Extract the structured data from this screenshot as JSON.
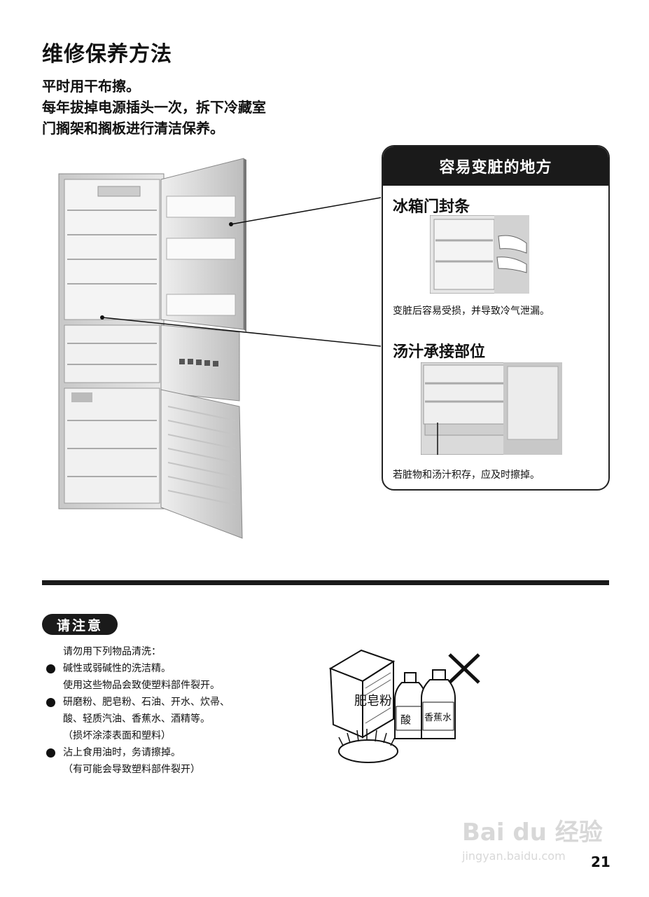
{
  "page": {
    "title": "维修保养方法",
    "intro": [
      "平时用干布擦。",
      "每年拔掉电源插头一次，拆下冷藏室",
      "门搁架和搁板进行清洁保养。"
    ],
    "page_number": "21"
  },
  "panel": {
    "header": "容易变脏的地方",
    "sections": [
      {
        "title": "冰箱门封条",
        "caption": "变脏后容易受损，并导致冷气泄漏。"
      },
      {
        "title": "汤汁承接部位",
        "caption": "若脏物和汤汁积存，应及时擦掉。"
      }
    ]
  },
  "notice": {
    "label": "请注意",
    "lead": "请勿用下列物品清洗：",
    "items": [
      {
        "text": "碱性或弱碱性的洗洁精。",
        "sub": [
          "使用这些物品会致使塑料部件裂开。"
        ]
      },
      {
        "text": "研磨粉、肥皂粉、石油、开水、炊帚、",
        "sub": [
          "酸、轻质汽油、香蕉水、酒精等。",
          "（损坏涂漆表面和塑料）"
        ]
      },
      {
        "text": "沾上食用油时，务请擦掉。",
        "sub": [
          "（有可能会导致塑料部件裂开）"
        ]
      }
    ]
  },
  "illustration_labels": {
    "soap_box": "肥皂粉",
    "bottle_1": "酸",
    "bottle_2": "香蕉水"
  },
  "watermark": {
    "brand": "Bai du 经验",
    "url": "jingyan.baidu.com"
  },
  "colors": {
    "ink": "#111111",
    "panel_header": "#1a1a1a",
    "fridge_body": "#d9d9d9"
  }
}
